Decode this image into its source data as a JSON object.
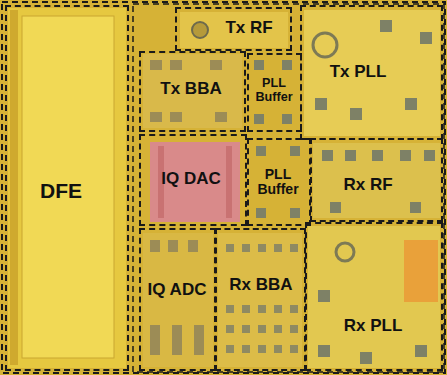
{
  "diagram": {
    "nodes": [
      {
        "text": [
          "DFE"
        ]
      },
      {
        "text": [
          "Tx RF"
        ]
      },
      {
        "text": [
          "Tx BBA"
        ]
      },
      {
        "text": [
          "PLL Buffer"
        ]
      },
      {
        "text": [
          "Tx PLL"
        ]
      },
      {
        "text": [
          "IQ DAC"
        ]
      },
      {
        "text": [
          "PLL Buffer"
        ]
      },
      {
        "text": [
          "Rx RF"
        ]
      },
      {
        "text": [
          "IQ ADC"
        ]
      },
      {
        "text": [
          "Rx BBA"
        ]
      },
      {
        "text": [
          "Rx PLL"
        ]
      }
    ]
  }
}
